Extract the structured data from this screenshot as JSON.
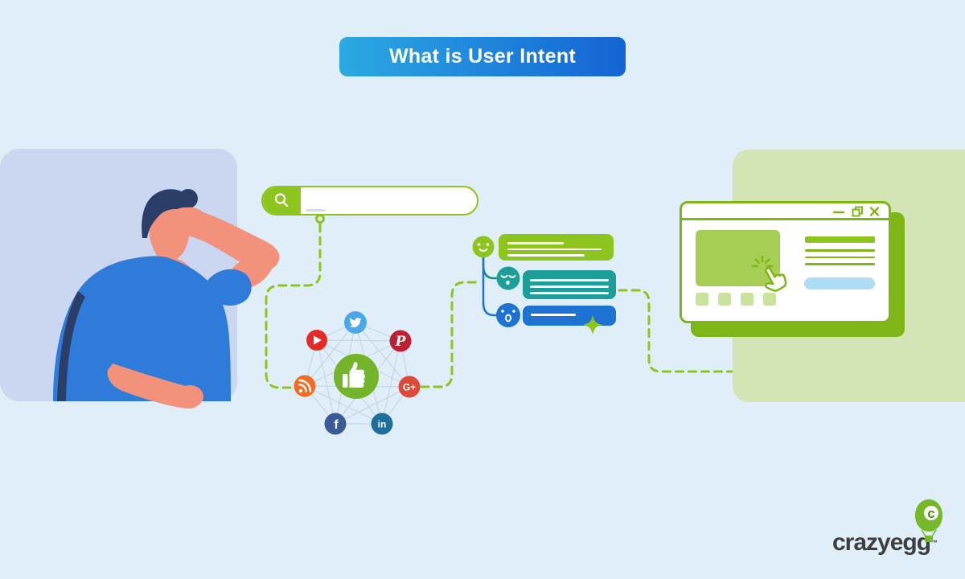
{
  "title": {
    "label": "What is User Intent"
  },
  "search": {
    "value": "",
    "icon": "magnifier"
  },
  "social_network": {
    "center_icon": "thumbs-up-like",
    "nodes": [
      {
        "name": "youtube",
        "glyph": ""
      },
      {
        "name": "twitter",
        "glyph": ""
      },
      {
        "name": "pinterest",
        "glyph": "P"
      },
      {
        "name": "rss",
        "glyph": ""
      },
      {
        "name": "google-plus",
        "glyph": "G+"
      },
      {
        "name": "facebook",
        "glyph": "f"
      },
      {
        "name": "linkedin",
        "glyph": "in"
      }
    ]
  },
  "results": [
    {
      "expression": "happy",
      "color": "#8DC41D",
      "text_lines": 3
    },
    {
      "expression": "sleepy",
      "color": "#1D9E99",
      "text_lines": 3
    },
    {
      "expression": "surprised",
      "color": "#1E72D2",
      "text_lines": 1
    }
  ],
  "browser": {
    "controls": [
      "minimize",
      "restore",
      "close"
    ],
    "sparkle": "four-point-star"
  },
  "logo": {
    "brand": "crazyegg",
    "tm": "™",
    "balloon_glyph": "c"
  },
  "colors": {
    "background": "#DFEEF8",
    "banner_gradient_start": "#2BA9E2",
    "banner_gradient_end": "#1463D4",
    "lime_green": "#8DC41D",
    "browser_green": "#7FB617",
    "teal": "#1D9E99",
    "blue": "#1E72D2",
    "panel_left": "#CBD6F0",
    "panel_right": "#D3E5B5",
    "skin": "#F2917C",
    "shirt_blue": "#2E7BD9",
    "hair_navy": "#2B3E68"
  }
}
